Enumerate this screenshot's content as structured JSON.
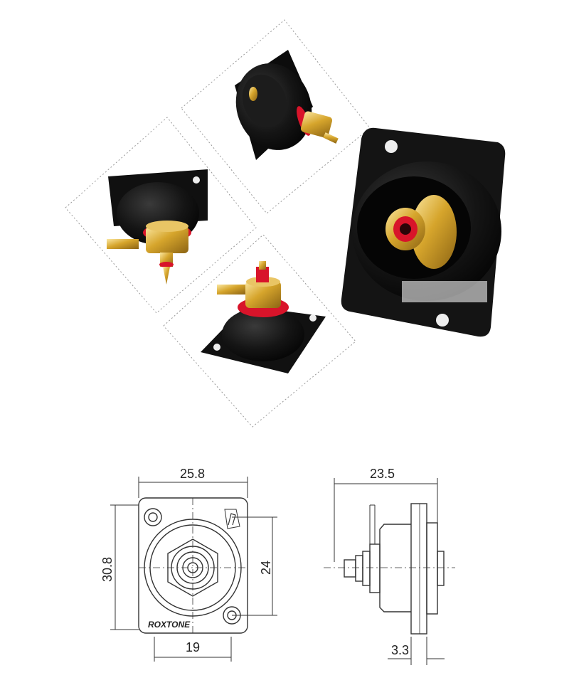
{
  "front_view": {
    "width_label": "25.8",
    "height_label": "30.8",
    "hole_spacing_label": "24",
    "inner_width_label": "19",
    "logo_text": "ROXTONE"
  },
  "side_view": {
    "length_label": "23.5",
    "flange_label": "3.3"
  },
  "colors": {
    "housing": "#111111",
    "gold": "#d4a52a",
    "insulator": "#d8142a",
    "line": "#333333"
  }
}
